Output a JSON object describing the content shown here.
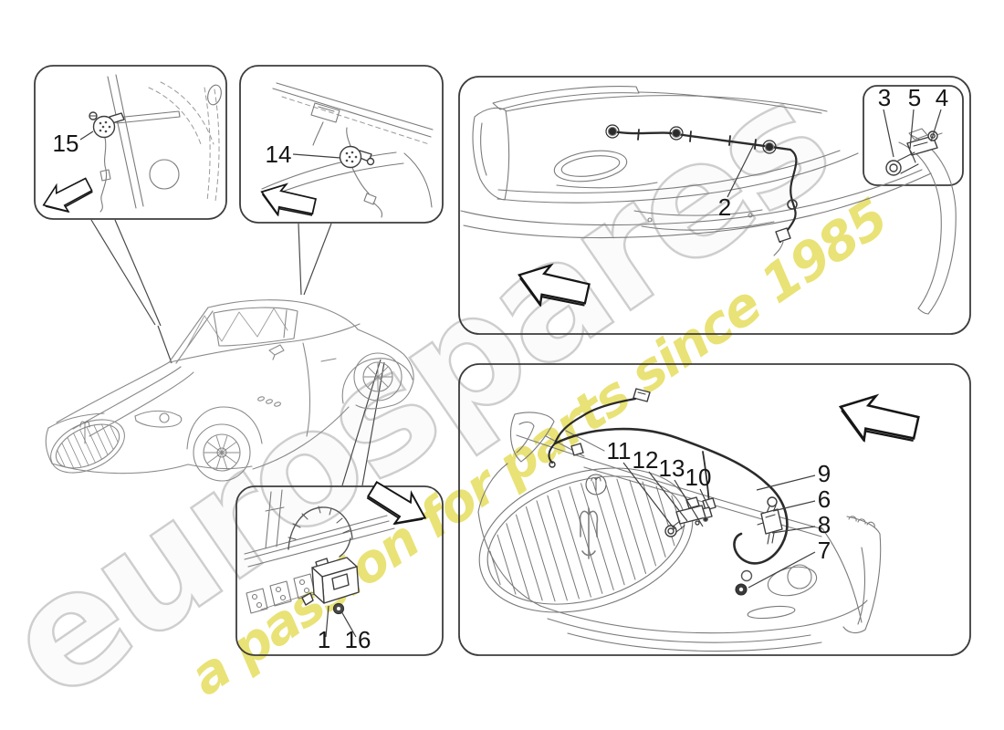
{
  "watermark": {
    "brand": "eurospares",
    "tagline": "a passion for parts since 1985",
    "brand_fill": "#fbfbfb",
    "brand_outline": "#c9c9c9",
    "tagline_color": "#e4dc55"
  },
  "diagram": {
    "line_color": "#7b7b7b",
    "harness_color": "#2b2b2b",
    "panel_border_color": "#3c3c3c",
    "callout_color": "#161616"
  },
  "icons": {
    "direction_arrow": "outlined-3d-block-arrow"
  },
  "callouts": [
    {
      "label": "15"
    },
    {
      "label": "14"
    },
    {
      "label": "2"
    },
    {
      "label": "3"
    },
    {
      "label": "5"
    },
    {
      "label": "4"
    },
    {
      "label": "11"
    },
    {
      "label": "12"
    },
    {
      "label": "13"
    },
    {
      "label": "10"
    },
    {
      "label": "9"
    },
    {
      "label": "6"
    },
    {
      "label": "8"
    },
    {
      "label": "7"
    },
    {
      "label": "1"
    },
    {
      "label": "16"
    }
  ]
}
